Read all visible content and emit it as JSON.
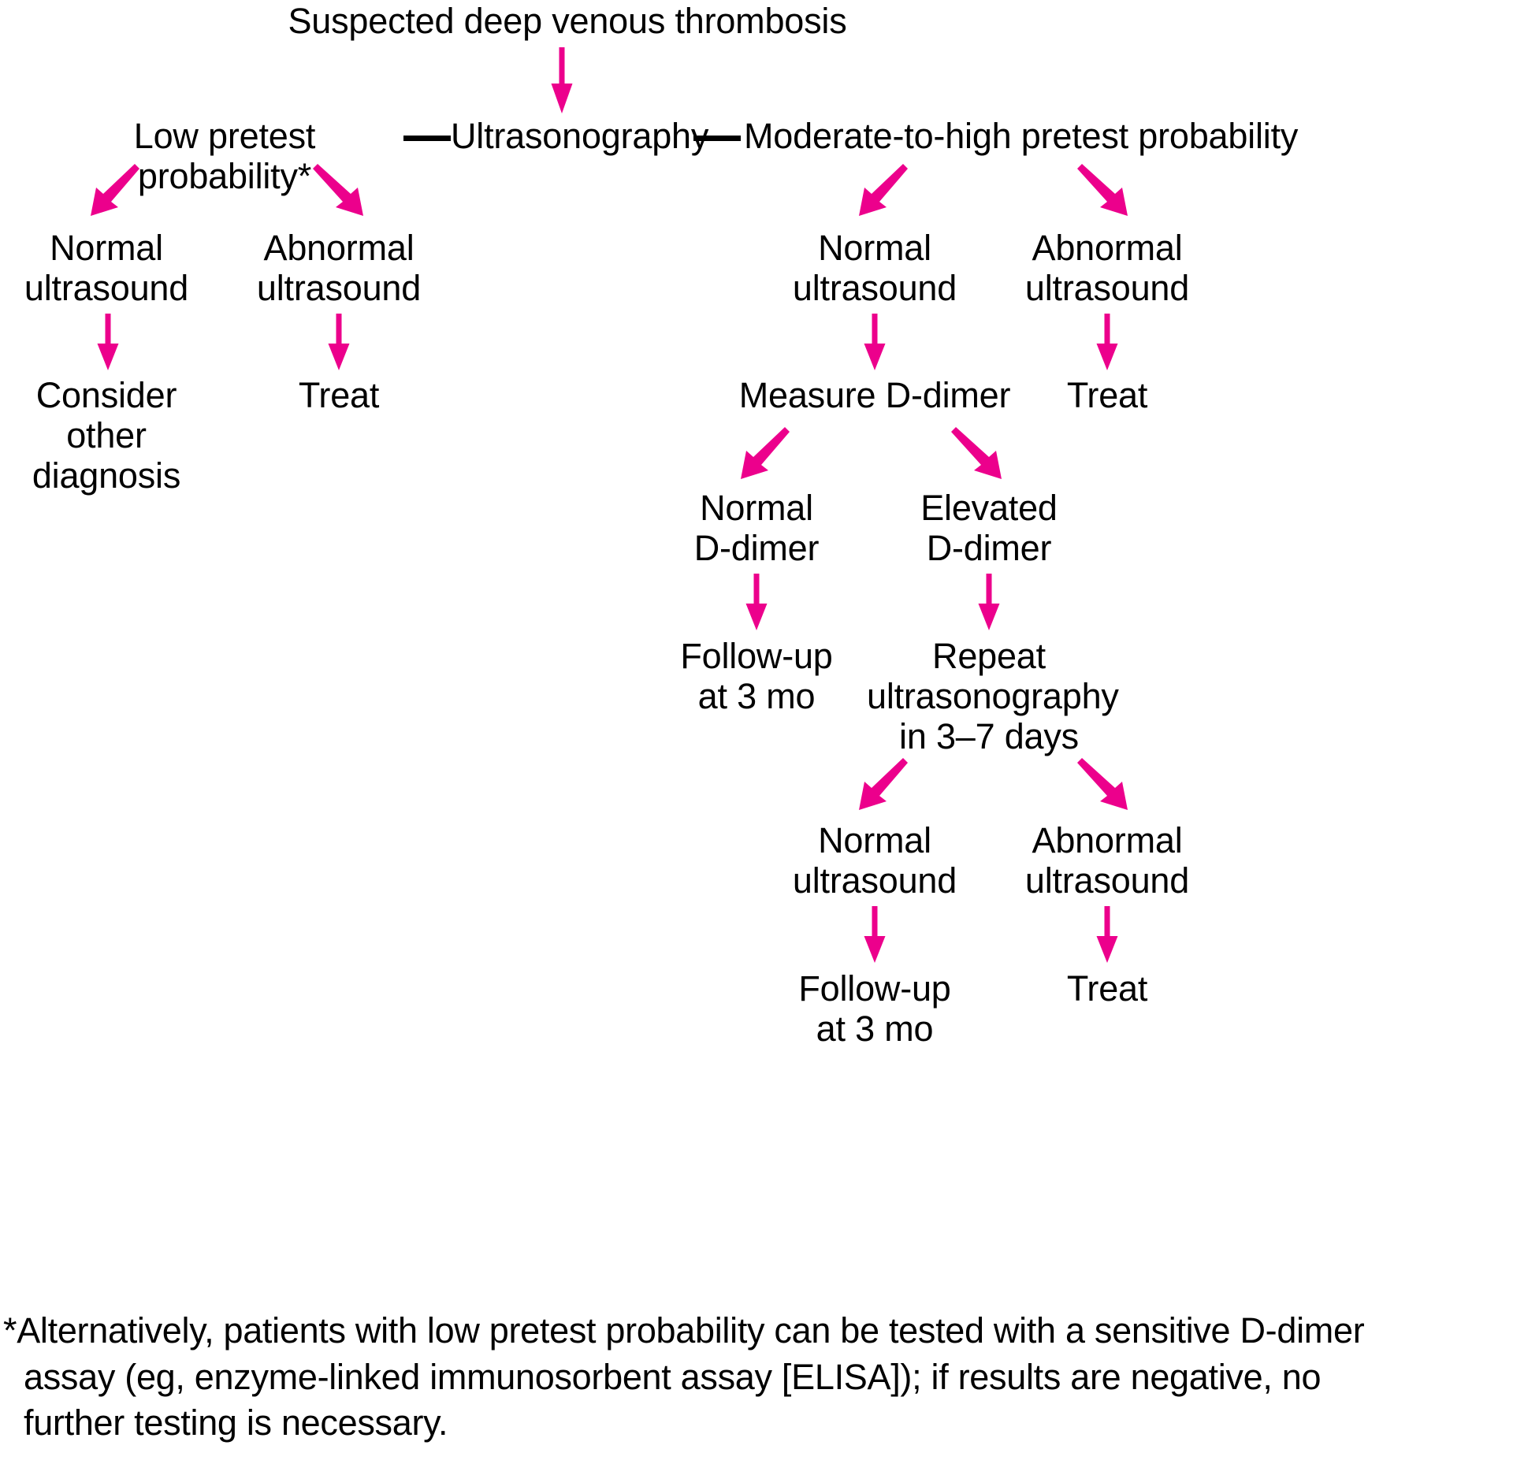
{
  "diagram": {
    "title": "Suspected deep venous thrombosis",
    "accent_color": "#EC008C",
    "text_color": "#000000",
    "background_color": "#FFFFFF",
    "nodes": {
      "root": "Suspected deep venous thrombosis",
      "low_pretest": "Low pretest probability*",
      "ultrasonography": "Ultrasonography",
      "mod_high_pretest": "Moderate-to-high pretest probability",
      "left_normal_us": "Normal\nultrasound",
      "left_abnormal_us": "Abnormal\nultrasound",
      "left_consider_other": "Consider other\ndiagnosis",
      "left_treat": "Treat",
      "right_normal_us": "Normal\nultrasound",
      "right_abnormal_us": "Abnormal\nultrasound",
      "measure_ddimer": "Measure D-dimer",
      "right_treat": "Treat",
      "normal_ddimer": "Normal\nD-dimer",
      "elevated_ddimer": "Elevated\nD-dimer",
      "followup_3mo_a": "Follow-up\nat 3 mo",
      "repeat_us": "Repeat\nultrasonography\nin 3–7 days",
      "repeat_normal_us": "Normal\nultrasound",
      "repeat_abnormal_us": "Abnormal\nultrasound",
      "followup_3mo_b": "Follow-up\nat 3 mo",
      "final_treat": "Treat"
    },
    "footnote": {
      "line1": "*Alternatively, patients with low pretest probability can be tested with a sensitive D-dimer",
      "line2": "assay (eg, enzyme-linked immunosorbent assay [ELISA]); if results are negative, no",
      "line3": "further testing is necessary."
    }
  }
}
